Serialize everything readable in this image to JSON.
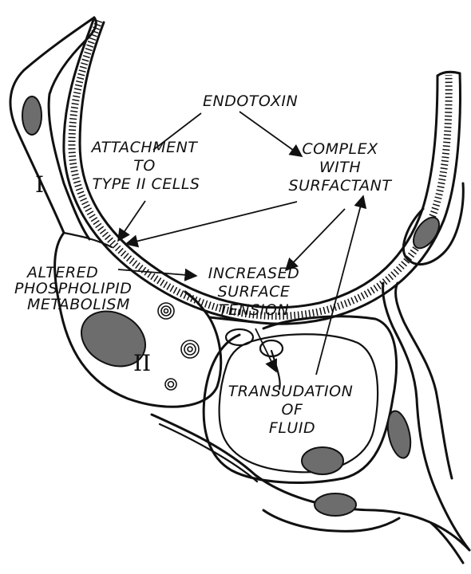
{
  "labels": {
    "endotoxin": "ENDOTOXIN",
    "attachment": [
      "ATTACHMENT",
      "TO",
      "TYPE II CELLS"
    ],
    "complex": [
      "COMPLEX",
      "WITH",
      "SURFACTANT"
    ],
    "increased": [
      "INCREASED",
      "SURFACE",
      "TENSION"
    ],
    "altered": [
      "ALTERED",
      "PHOSPHOLIPID",
      "METABOLISM"
    ],
    "transudation": [
      "TRANSUDATION",
      "OF",
      "FLUID"
    ],
    "type1": "I",
    "type2": "II"
  },
  "colors": {
    "ink": "#111111",
    "nucleus": "#6d6d6d",
    "background": "#ffffff"
  }
}
